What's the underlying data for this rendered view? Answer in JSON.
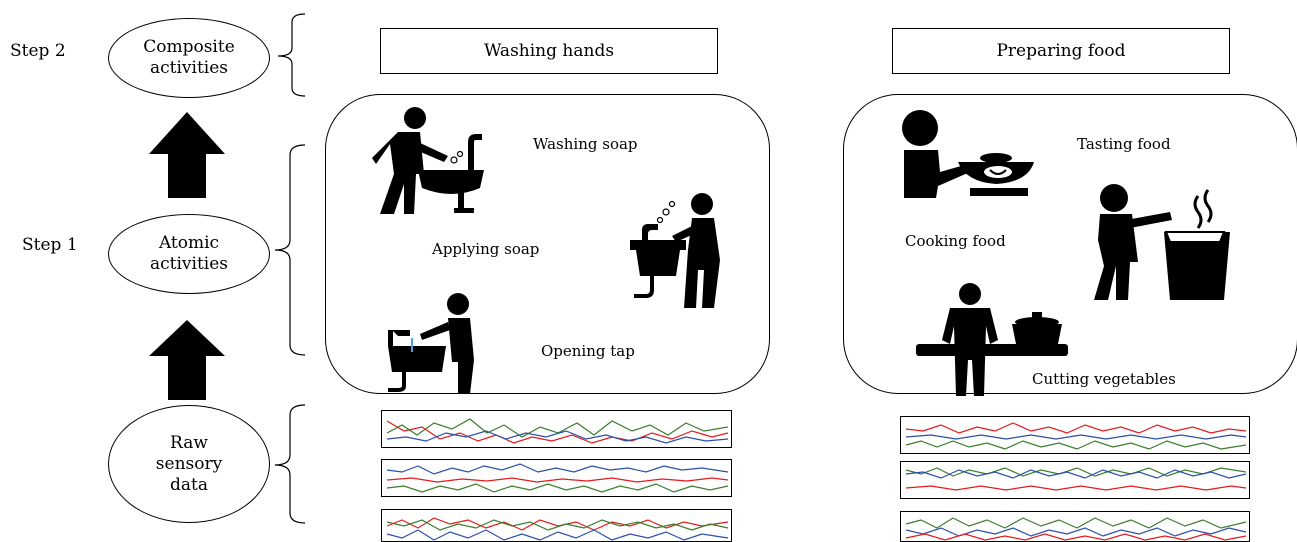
{
  "steps": {
    "step2": "Step 2",
    "step1": "Step 1"
  },
  "levels": {
    "composite": "Composite activities",
    "atomic": "Atomic activities",
    "raw": "Raw sensory data"
  },
  "composite_activities": [
    {
      "title": "Washing hands",
      "atomic": [
        "Washing soap",
        "Applying soap",
        "Opening tap"
      ]
    },
    {
      "title": "Preparing food",
      "atomic": [
        "Tasting food",
        "Cooking food",
        "Cutting vegetables"
      ]
    }
  ],
  "colors": {
    "signal_red": "#e41a1c",
    "signal_green": "#3a7d2c",
    "signal_blue": "#2b4fa8"
  }
}
